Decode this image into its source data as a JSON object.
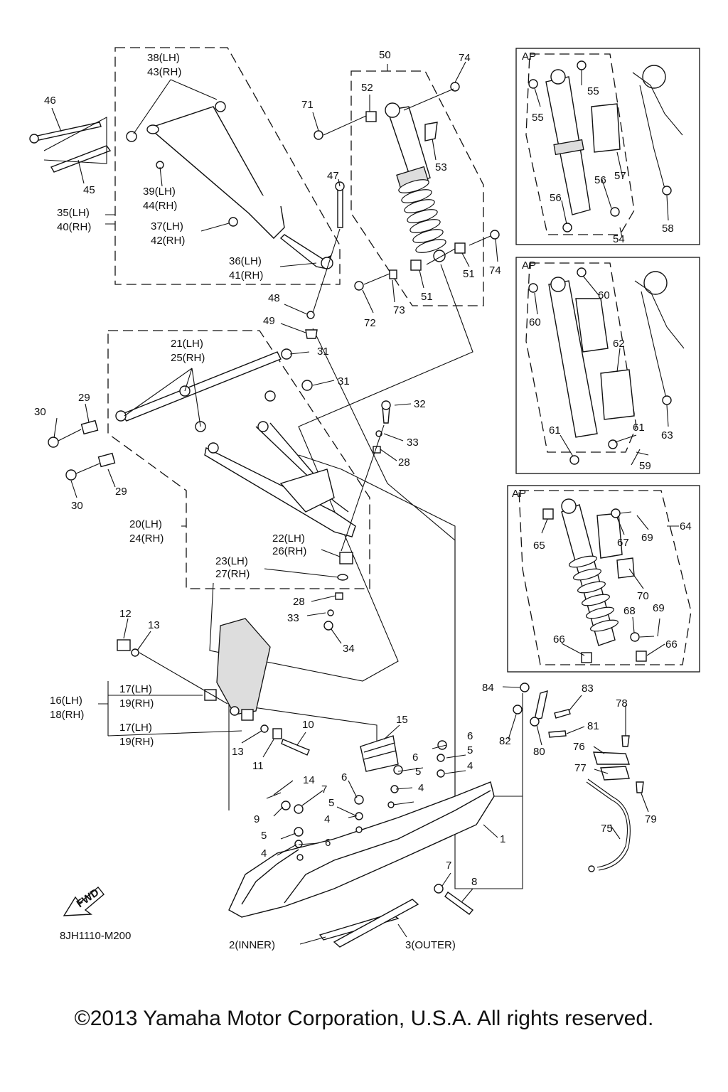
{
  "diagram": {
    "code": "8JH1110-M200",
    "copyright": "©2013 Yamaha Motor Corporation, U.S.A. All rights reserved.",
    "fwd_label": "FWD",
    "ap_label": "AP",
    "labels": {
      "l1": "1",
      "l2": "2(INNER)",
      "l3": "3(OUTER)",
      "l4": "4",
      "l5": "5",
      "l6": "6",
      "l7": "7",
      "l8": "8",
      "l9": "9",
      "l10": "10",
      "l11": "11",
      "l12": "12",
      "l13": "13",
      "l14": "14",
      "l15": "15",
      "l16a": "16(LH)",
      "l16b": "18(RH)",
      "l17a": "17(LH)",
      "l17b": "19(RH)",
      "l20a": "20(LH)",
      "l20b": "24(RH)",
      "l21a": "21(LH)",
      "l21b": "25(RH)",
      "l22a": "22(LH)",
      "l22b": "26(RH)",
      "l23a": "23(LH)",
      "l23b": "27(RH)",
      "l28": "28",
      "l29": "29",
      "l30": "30",
      "l31": "31",
      "l32": "32",
      "l33": "33",
      "l34": "34",
      "l35a": "35(LH)",
      "l35b": "40(RH)",
      "l36a": "36(LH)",
      "l36b": "41(RH)",
      "l37a": "37(LH)",
      "l37b": "42(RH)",
      "l38a": "38(LH)",
      "l38b": "43(RH)",
      "l39a": "39(LH)",
      "l39b": "44(RH)",
      "l45": "45",
      "l46": "46",
      "l47": "47",
      "l48": "48",
      "l49": "49",
      "l50": "50",
      "l51": "51",
      "l52": "52",
      "l53": "53",
      "l54": "54",
      "l55": "55",
      "l56": "56",
      "l57": "57",
      "l58": "58",
      "l59": "59",
      "l60": "60",
      "l61": "61",
      "l62": "62",
      "l63": "63",
      "l64": "64",
      "l65": "65",
      "l66": "66",
      "l67": "67",
      "l68": "68",
      "l69": "69",
      "l70": "70",
      "l71": "71",
      "l72": "72",
      "l73": "73",
      "l74": "74",
      "l75": "75",
      "l76": "76",
      "l77": "77",
      "l78": "78",
      "l79": "79",
      "l80": "80",
      "l81": "81",
      "l82": "82",
      "l83": "83",
      "l84": "84"
    }
  }
}
